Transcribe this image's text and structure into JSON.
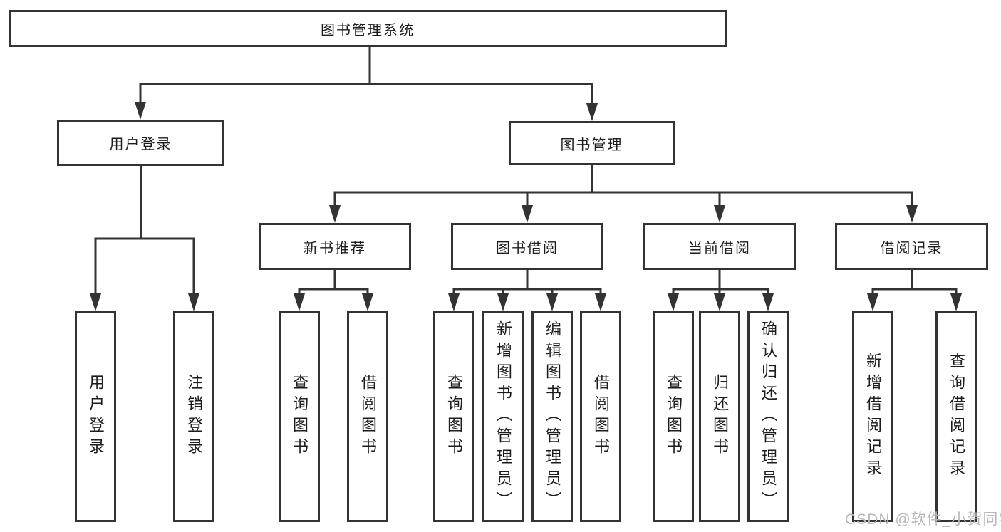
{
  "tree": {
    "root": "图书管理系统",
    "user_login": {
      "label": "用户登录",
      "children": [
        "用户登录",
        "注销登录"
      ]
    },
    "book_management": {
      "label": "图书管理",
      "children": [
        {
          "label": "新书推荐",
          "children": [
            "查询图书",
            "借阅图书"
          ]
        },
        {
          "label": "图书借阅",
          "children": [
            "查询图书",
            "新增图书（管理员）",
            "编辑图书（管理员）",
            "借阅图书"
          ]
        },
        {
          "label": "当前借阅",
          "children": [
            "查询图书",
            "归还图书",
            "确认归还（管理员）"
          ]
        },
        {
          "label": "借阅记录",
          "children": [
            "新增借阅记录",
            "查询借阅记录"
          ]
        }
      ]
    }
  },
  "watermark": {
    "text": "CSDN @软件_小贺同学",
    "color": "#b8b8b8"
  },
  "colors": {
    "line": "#333333",
    "text": "#1c1c1c",
    "background": "#ffffff"
  }
}
